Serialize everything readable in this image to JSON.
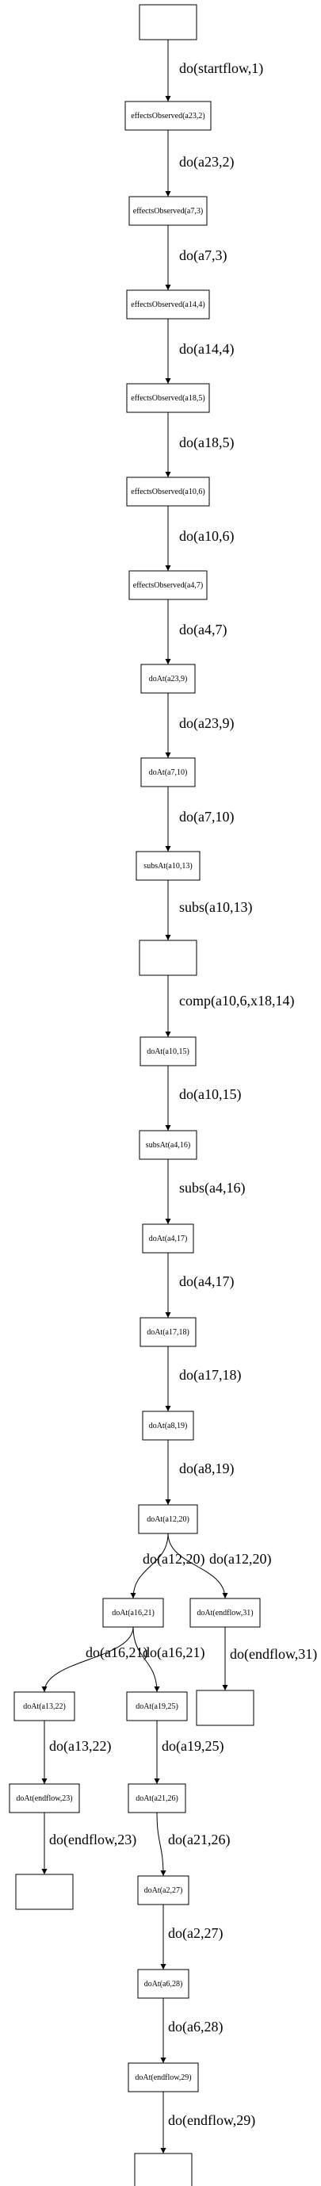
{
  "diagram": {
    "type": "directed-graph",
    "nodes": [
      {
        "id": "n0",
        "label": ""
      },
      {
        "id": "n1",
        "label": "effectsObserved(a23,2)"
      },
      {
        "id": "n2",
        "label": "effectsObserved(a7,3)"
      },
      {
        "id": "n3",
        "label": "effectsObserved(a14,4)"
      },
      {
        "id": "n4",
        "label": "effectsObserved(a18,5)"
      },
      {
        "id": "n5",
        "label": "effectsObserved(a10,6)"
      },
      {
        "id": "n6",
        "label": "effectsObserved(a4,7)"
      },
      {
        "id": "n7",
        "label": "doAt(a23,9)"
      },
      {
        "id": "n8",
        "label": "doAt(a7,10)"
      },
      {
        "id": "n9",
        "label": "subsAt(a10,13)"
      },
      {
        "id": "n10",
        "label": ""
      },
      {
        "id": "n11",
        "label": "doAt(a10,15)"
      },
      {
        "id": "n12",
        "label": "subsAt(a4,16)"
      },
      {
        "id": "n13",
        "label": "doAt(a4,17)"
      },
      {
        "id": "n14",
        "label": "doAt(a17,18)"
      },
      {
        "id": "n15",
        "label": "doAt(a8,19)"
      },
      {
        "id": "n16",
        "label": "doAt(a12,20)"
      },
      {
        "id": "n17",
        "label": "doAt(a16,21)"
      },
      {
        "id": "n18",
        "label": "doAt(endflow,31)"
      },
      {
        "id": "n19",
        "label": ""
      },
      {
        "id": "n20",
        "label": "doAt(a13,22)"
      },
      {
        "id": "n21",
        "label": "doAt(a19,25)"
      },
      {
        "id": "n22",
        "label": "doAt(endflow,23)"
      },
      {
        "id": "n23",
        "label": "doAt(a21,26)"
      },
      {
        "id": "n24",
        "label": ""
      },
      {
        "id": "n25",
        "label": "doAt(a2,27)"
      },
      {
        "id": "n26",
        "label": "doAt(a6,28)"
      },
      {
        "id": "n27",
        "label": "doAt(endflow,29)"
      },
      {
        "id": "n28",
        "label": ""
      }
    ],
    "edges": [
      {
        "from": "n0",
        "to": "n1",
        "label": "do(startflow,1)"
      },
      {
        "from": "n1",
        "to": "n2",
        "label": "do(a23,2)"
      },
      {
        "from": "n2",
        "to": "n3",
        "label": "do(a7,3)"
      },
      {
        "from": "n3",
        "to": "n4",
        "label": "do(a14,4)"
      },
      {
        "from": "n4",
        "to": "n5",
        "label": "do(a18,5)"
      },
      {
        "from": "n5",
        "to": "n6",
        "label": "do(a10,6)"
      },
      {
        "from": "n6",
        "to": "n7",
        "label": "do(a4,7)"
      },
      {
        "from": "n7",
        "to": "n8",
        "label": "do(a23,9)"
      },
      {
        "from": "n8",
        "to": "n9",
        "label": "do(a7,10)"
      },
      {
        "from": "n9",
        "to": "n10",
        "label": "subs(a10,13)"
      },
      {
        "from": "n10",
        "to": "n11",
        "label": "comp(a10,6,x18,14)"
      },
      {
        "from": "n11",
        "to": "n12",
        "label": "do(a10,15)"
      },
      {
        "from": "n12",
        "to": "n13",
        "label": "subs(a4,16)"
      },
      {
        "from": "n13",
        "to": "n14",
        "label": "do(a4,17)"
      },
      {
        "from": "n14",
        "to": "n15",
        "label": "do(a17,18)"
      },
      {
        "from": "n15",
        "to": "n16",
        "label": "do(a8,19)"
      },
      {
        "from": "n16",
        "to": "n17",
        "label": "do(a12,20)"
      },
      {
        "from": "n16",
        "to": "n18",
        "label": "do(a12,20)"
      },
      {
        "from": "n18",
        "to": "n19",
        "label": "do(endflow,31)"
      },
      {
        "from": "n17",
        "to": "n20",
        "label": "do(a16,21)"
      },
      {
        "from": "n17",
        "to": "n21",
        "label": "do(a16,21)"
      },
      {
        "from": "n20",
        "to": "n22",
        "label": "do(a13,22)"
      },
      {
        "from": "n21",
        "to": "n23",
        "label": "do(a19,25)"
      },
      {
        "from": "n22",
        "to": "n24",
        "label": "do(endflow,23)"
      },
      {
        "from": "n23",
        "to": "n25",
        "label": "do(a21,26)"
      },
      {
        "from": "n25",
        "to": "n26",
        "label": "do(a2,27)"
      },
      {
        "from": "n26",
        "to": "n27",
        "label": "do(a6,28)"
      },
      {
        "from": "n27",
        "to": "n28",
        "label": "do(endflow,29)"
      }
    ]
  }
}
